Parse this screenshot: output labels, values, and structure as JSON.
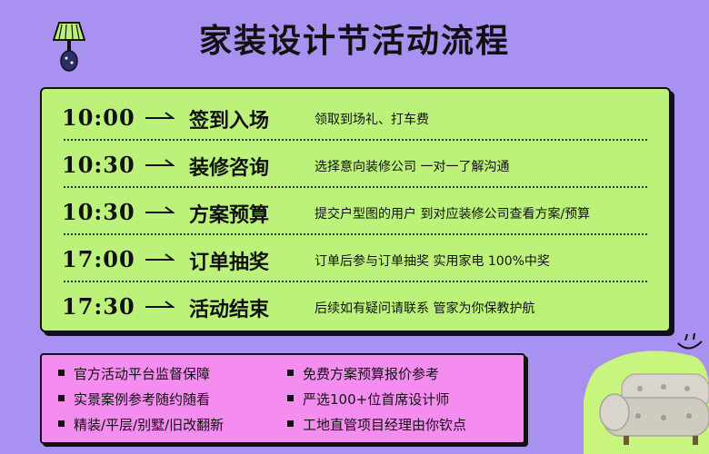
{
  "title": "家装设计节活动流程",
  "colors": {
    "background": "#a991f1",
    "panel": "#bdf27a",
    "notes": "#f58cf0",
    "blob": "#c8f57e"
  },
  "schedule": [
    {
      "time": "10:00",
      "name": "签到入场",
      "desc": "领取到场礼、打车费"
    },
    {
      "time": "10:30",
      "name": "装修咨询",
      "desc": "选择意向装修公司 一对一了解沟通"
    },
    {
      "time": "10:30",
      "name": "方案预算",
      "desc": "提交户型图的用户 到对应装修公司查看方案/预算"
    },
    {
      "time": "17:00",
      "name": "订单抽奖",
      "desc": "订单后参与订单抽奖 实用家电 100%中奖"
    },
    {
      "time": "17:30",
      "name": "活动结束",
      "desc": "后续如有疑问请联系 管家为你保教护航"
    }
  ],
  "notes": {
    "left": [
      "官方活动平台监督保障",
      "实景案例参考随约随看",
      "精装/平层/别墅/旧改翻新"
    ],
    "right": [
      "免费方案预算报价参考",
      "严选100+位首席设计师",
      "工地直管项目经理由你钦点"
    ]
  },
  "icons": [
    "lamp-icon",
    "arrow-icon",
    "bullet-square-icon",
    "sofa-icon",
    "smile-doodle-icon"
  ]
}
